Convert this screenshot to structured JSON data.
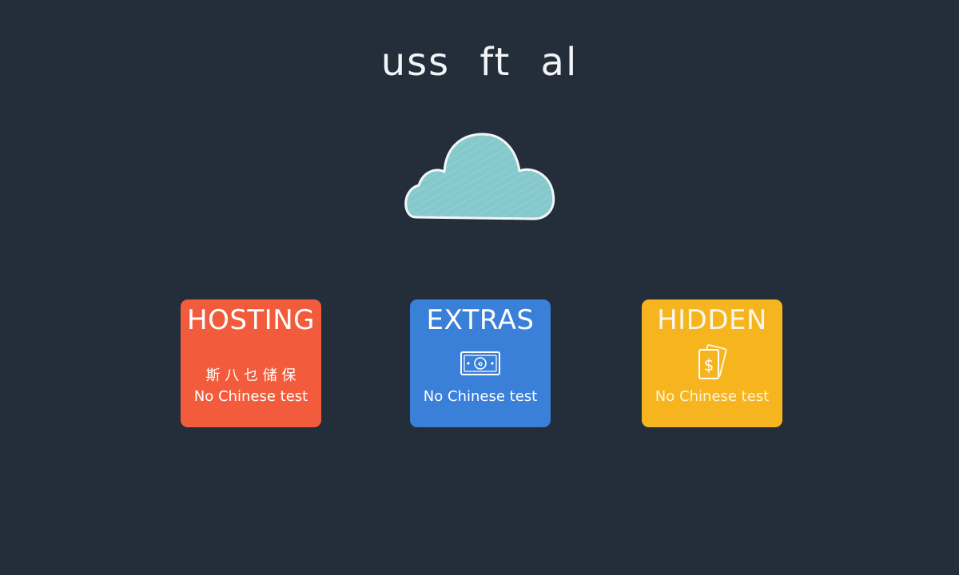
{
  "title": "uss ft al",
  "cards": [
    {
      "heading": "HOSTING",
      "sub": "斯 八 乜 储 保",
      "line": "No Chinese test",
      "color": "#f25c3c",
      "icon": "none"
    },
    {
      "heading": "EXTRAS",
      "line": "No Chinese test",
      "color": "#3a7fd8",
      "icon": "banknote-icon"
    },
    {
      "heading": "HIDDEN",
      "line": "No Chinese test",
      "color": "#f6b41e",
      "icon": "dollar-bills-icon"
    }
  ],
  "cloud": {
    "color": "#86c9cc",
    "icon": "cloud-icon"
  },
  "background": "#242e3a"
}
